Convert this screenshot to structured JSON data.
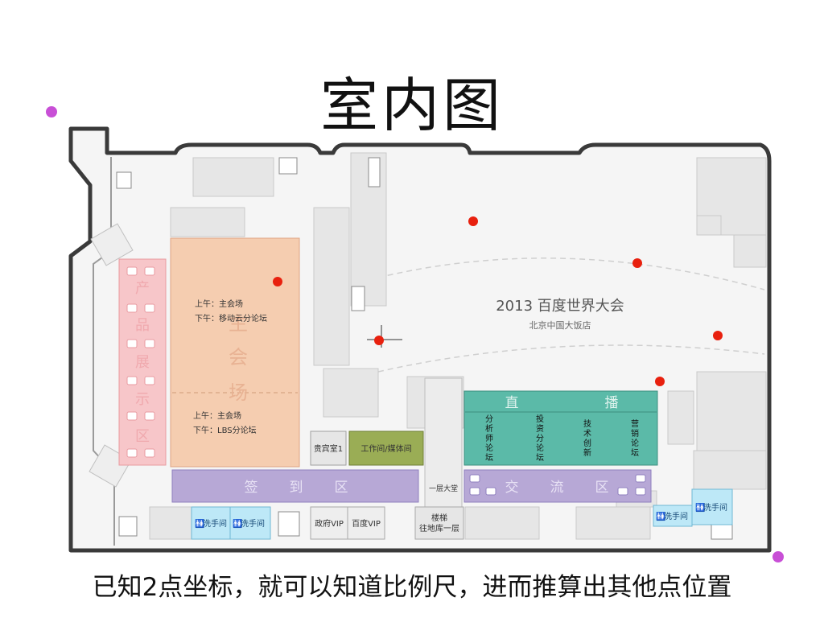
{
  "title": "室内图",
  "caption": "已知2点坐标，就可以知道比例尺，进而推算出其他点位置",
  "map": {
    "venue_title": "2013 百度世界大会",
    "venue_subtitle": "北京中国大饭店",
    "exhibit_zone": [
      "产",
      "品",
      "展",
      "示",
      "区"
    ],
    "main_hall_chars": [
      "主",
      "会",
      "场"
    ],
    "main_hall_morning_1": "上午：主会场",
    "main_hall_afternoon_1": "下午：移动云分论坛",
    "main_hall_morning_2": "上午：主会场",
    "main_hall_afternoon_2": "下午：LBS分论坛",
    "checkin": [
      "签",
      "到",
      "区"
    ],
    "vip_room": "贵宾室1",
    "media_room": "工作间/媒体间",
    "first_lobby": "一层大堂",
    "broadcast": [
      "直",
      "播"
    ],
    "forums": [
      "分析师论坛",
      "投资分论坛",
      "技术创新",
      "营销论坛"
    ],
    "exchange": [
      "交",
      "流",
      "区"
    ],
    "restroom": "洗手间",
    "gov_vip": "政府VIP",
    "baidu_vip": "百度VIP",
    "stairs_1": "楼梯",
    "stairs_2": "往地库一层",
    "colors": {
      "main_hall": "#f5cdb0",
      "exhibit": "#f7c6c9",
      "checkin": "#b7a8d6",
      "broadcast": "#5bbaa8",
      "media": "#9aad55",
      "restroom": "#bde8f7",
      "marker_red": "#e8200e",
      "marker_purple": "#c84fd6"
    }
  }
}
